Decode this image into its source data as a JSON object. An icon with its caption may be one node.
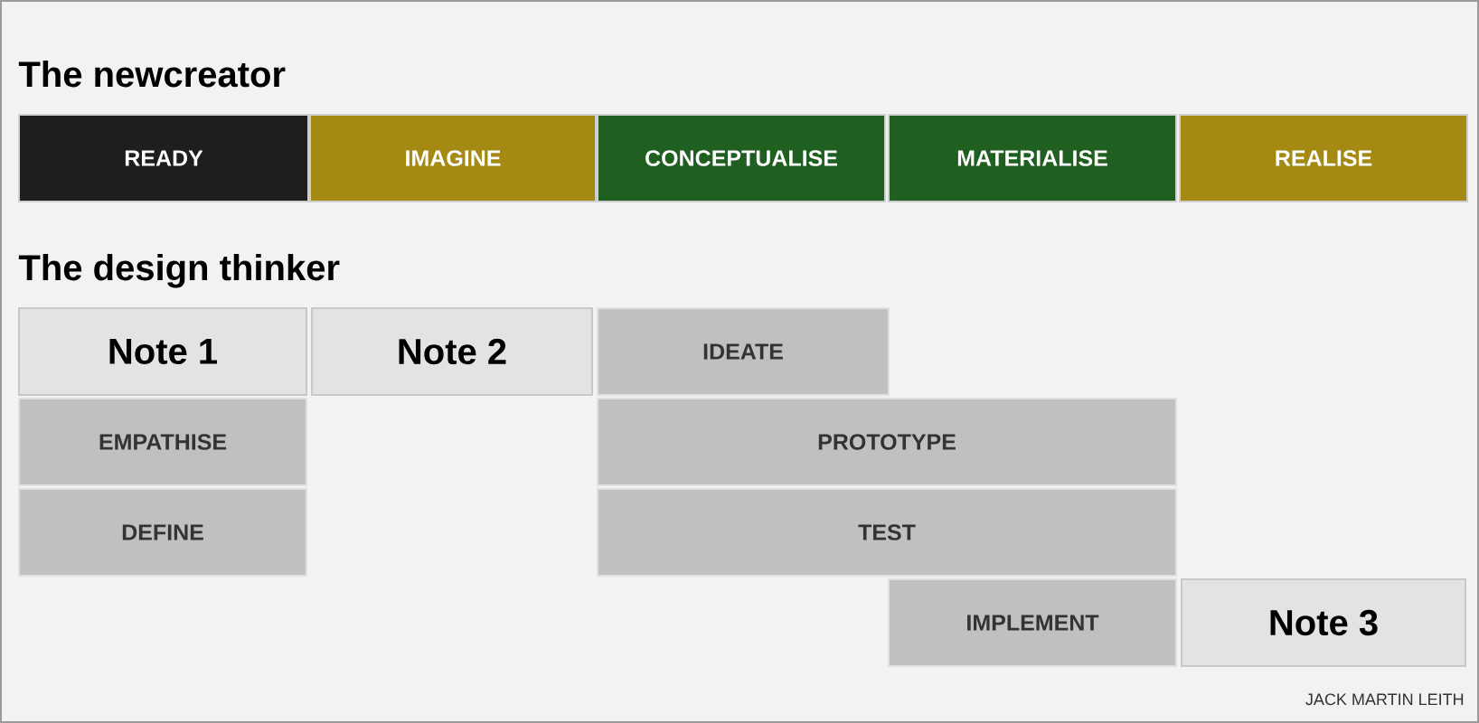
{
  "diagram": {
    "nodes": [
      {
        "text": [
          "READY"
        ]
      },
      {
        "text": [
          "IMAGINE"
        ]
      },
      {
        "text": [
          "CONCEPTUALISE"
        ]
      },
      {
        "text": [
          "MATERIALISE"
        ]
      },
      {
        "text": [
          "REALISE"
        ]
      },
      {
        "text": [
          "Note 1"
        ]
      },
      {
        "text": [
          "Note 2"
        ]
      },
      {
        "text": [
          "IDEATE"
        ]
      },
      {
        "text": [
          "EMPATHISE"
        ]
      },
      {
        "text": [
          "PROTOTYPE"
        ]
      },
      {
        "text": [
          "DEFINE"
        ]
      },
      {
        "text": [
          "TEST"
        ]
      },
      {
        "text": [
          "IMPLEMENT"
        ]
      },
      {
        "text": [
          "Note 3"
        ]
      }
    ],
    "labels": [
      "The newcreator",
      "The design thinker",
      "JACK MARTIN LEITH"
    ]
  }
}
